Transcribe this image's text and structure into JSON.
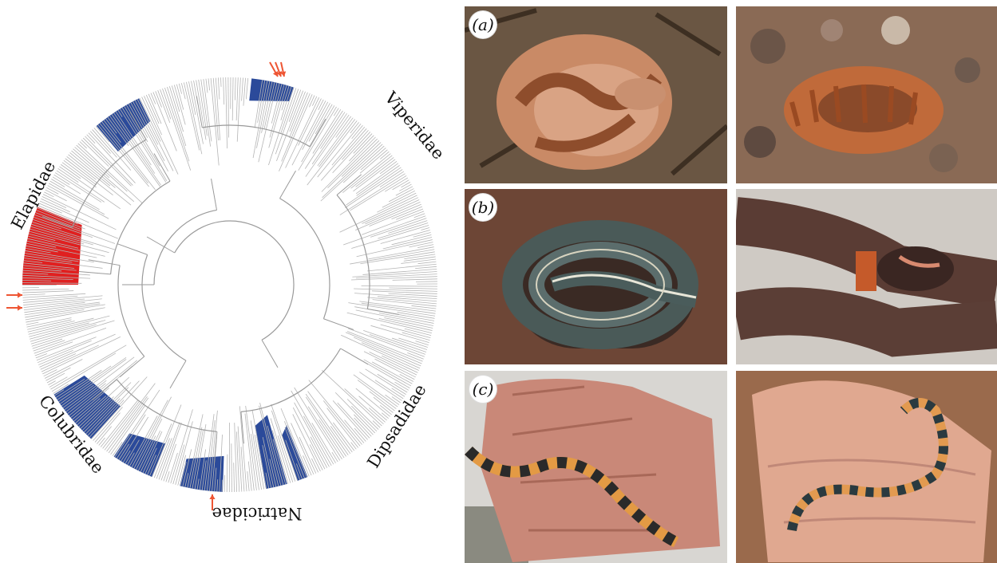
{
  "figure": {
    "families": {
      "elapidae": "Elapidae",
      "viperidae": "Viperidae",
      "dipsadidae": "Dipsadidae",
      "natricidae": "Natricidae",
      "colubridae": "Colubridae"
    },
    "panel_labels": {
      "a": "(a)",
      "b": "(b)",
      "c": "(c)"
    },
    "colors": {
      "branches": "#b5b5b5",
      "internal": "#9a9a9a",
      "blue_clade": "#2b4a9a",
      "red_clade": "#e02020",
      "arrow": "#ee5533"
    }
  }
}
